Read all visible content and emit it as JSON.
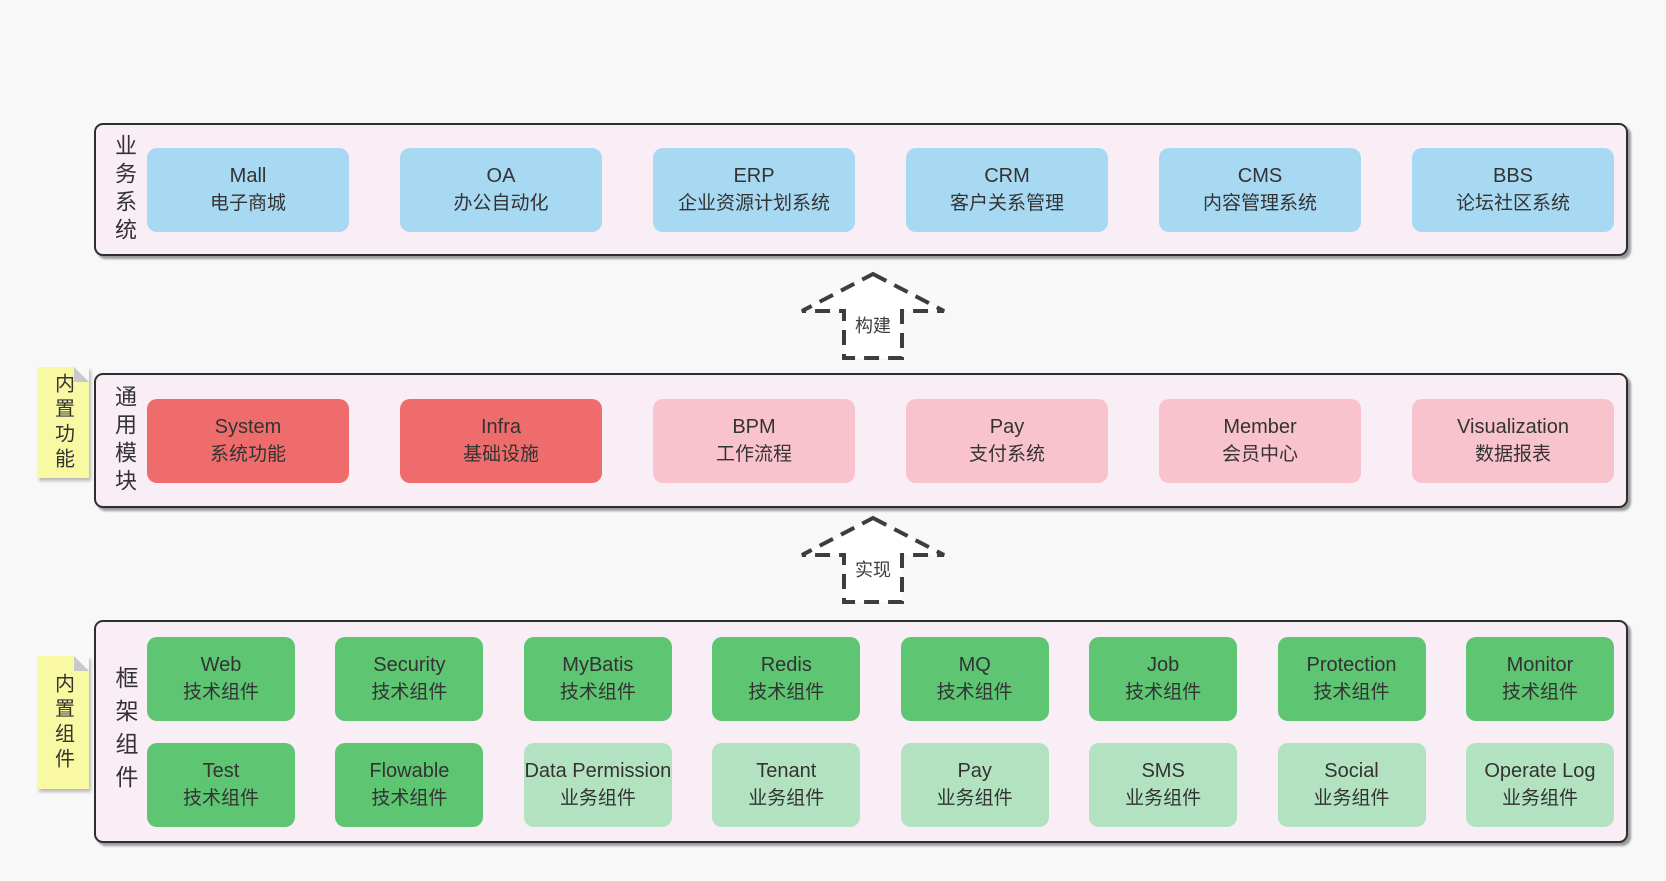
{
  "diagram": {
    "bands": [
      {
        "label": "业务系统",
        "rows": [
          [
            {
              "name": "Mall",
              "subtitle": "电子商城",
              "variant": "blue"
            },
            {
              "name": "OA",
              "subtitle": "办公自动化",
              "variant": "blue"
            },
            {
              "name": "ERP",
              "subtitle": "企业资源计划系统",
              "variant": "blue"
            },
            {
              "name": "CRM",
              "subtitle": "客户关系管理",
              "variant": "blue"
            },
            {
              "name": "CMS",
              "subtitle": "内容管理系统",
              "variant": "blue"
            },
            {
              "name": "BBS",
              "subtitle": "论坛社区系统",
              "variant": "blue"
            }
          ]
        ]
      },
      {
        "label": "通用模块",
        "note": "内置功能",
        "rows": [
          [
            {
              "name": "System",
              "subtitle": "系统功能",
              "variant": "red"
            },
            {
              "name": "Infra",
              "subtitle": "基础设施",
              "variant": "red"
            },
            {
              "name": "BPM",
              "subtitle": "工作流程",
              "variant": "pink"
            },
            {
              "name": "Pay",
              "subtitle": "支付系统",
              "variant": "pink"
            },
            {
              "name": "Member",
              "subtitle": "会员中心",
              "variant": "pink"
            },
            {
              "name": "Visualization",
              "subtitle": "数据报表",
              "variant": "pink"
            }
          ]
        ]
      },
      {
        "label": "框架组件",
        "note": "内置组件",
        "rows": [
          [
            {
              "name": "Web",
              "subtitle": "技术组件",
              "variant": "green"
            },
            {
              "name": "Security",
              "subtitle": "技术组件",
              "variant": "green"
            },
            {
              "name": "MyBatis",
              "subtitle": "技术组件",
              "variant": "green"
            },
            {
              "name": "Redis",
              "subtitle": "技术组件",
              "variant": "green"
            },
            {
              "name": "MQ",
              "subtitle": "技术组件",
              "variant": "green"
            },
            {
              "name": "Job",
              "subtitle": "技术组件",
              "variant": "green"
            },
            {
              "name": "Protection",
              "subtitle": "技术组件",
              "variant": "green"
            },
            {
              "name": "Monitor",
              "subtitle": "技术组件",
              "variant": "green"
            }
          ],
          [
            {
              "name": "Test",
              "subtitle": "技术组件",
              "variant": "green"
            },
            {
              "name": "Flowable",
              "subtitle": "技术组件",
              "variant": "green"
            },
            {
              "name": "Data Permission",
              "subtitle": "业务组件",
              "variant": "light-green"
            },
            {
              "name": "Tenant",
              "subtitle": "业务组件",
              "variant": "light-green"
            },
            {
              "name": "Pay",
              "subtitle": "业务组件",
              "variant": "light-green"
            },
            {
              "name": "SMS",
              "subtitle": "业务组件",
              "variant": "light-green"
            },
            {
              "name": "Social",
              "subtitle": "业务组件",
              "variant": "light-green"
            },
            {
              "name": "Operate Log",
              "subtitle": "业务组件",
              "variant": "light-green"
            }
          ]
        ]
      }
    ],
    "arrows": [
      {
        "label": "构建"
      },
      {
        "label": "实现"
      }
    ],
    "colors": {
      "page_bg": "#f8f8f8",
      "band_bg": "#f9edf6",
      "band_border": "#2e2e2e",
      "box_blue": "#a8d9f3",
      "box_red": "#ef6c6c",
      "box_pink": "#f9c3ce",
      "box_green": "#5ec573",
      "box_light_green": "#b2e2bf",
      "note_yellow": "#faf9a3",
      "text": "#333333"
    }
  }
}
